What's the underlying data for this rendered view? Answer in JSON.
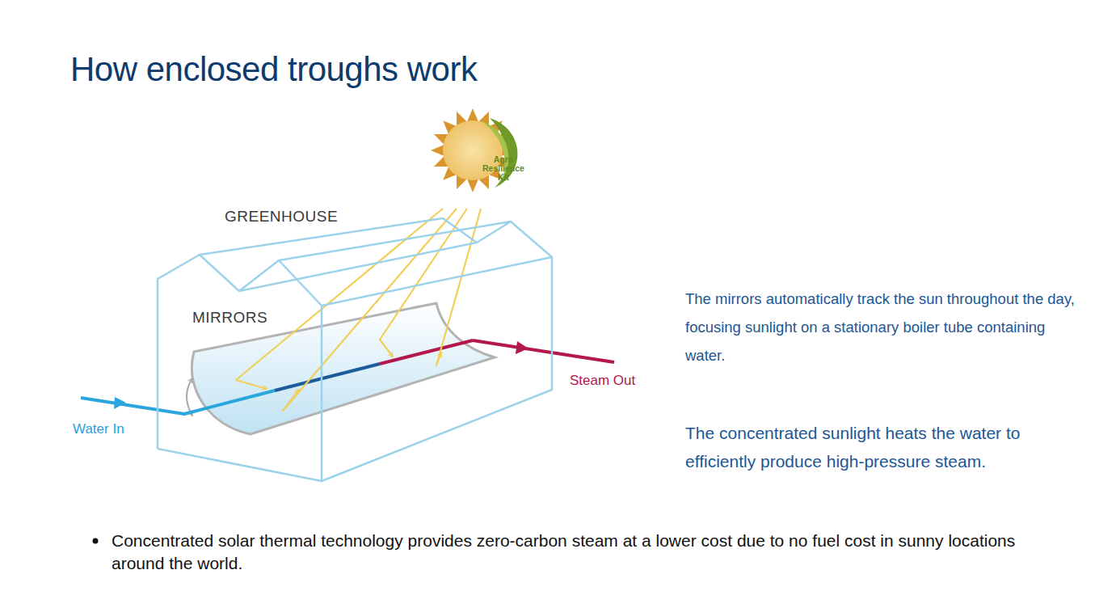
{
  "diagram": {
    "title": "How enclosed troughs work",
    "labels": [
      "GREENHOUSE",
      "MIRRORS",
      "Water In",
      "Steam Out",
      "The mirrors automatically track the sun throughout the day, focusing sunlight on a stationary boiler tube containing water.",
      "The concentrated sunlight heats the water to efficiently produce high-pressure steam.",
      "Concentrated solar thermal technology provides zero-carbon steam at a lower cost due to no fuel cost in sunny locations around the world.",
      "Agro Resilience Kit"
    ]
  }
}
